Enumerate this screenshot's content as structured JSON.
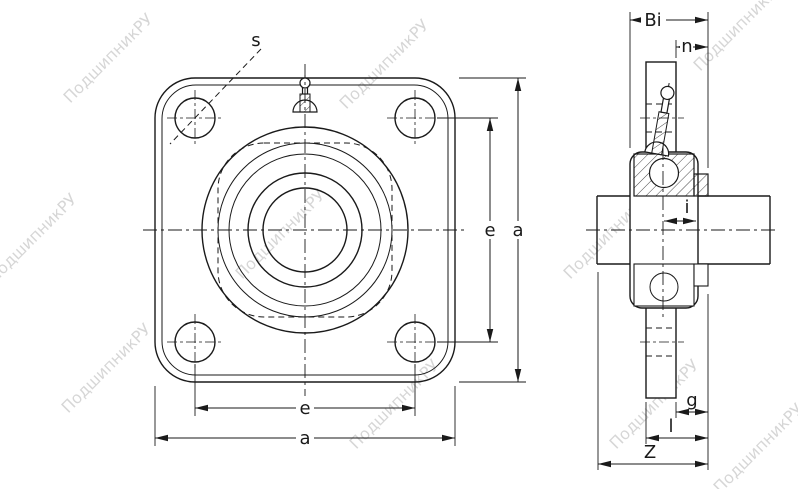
{
  "watermark": {
    "text": "ПодшипникРУ"
  },
  "labels": {
    "s": "s",
    "e_bottom": "e",
    "a_bottom": "a",
    "e_right": "e",
    "a_right": "a",
    "bi": "Bi",
    "n": "n",
    "i": "i",
    "g": "g",
    "l": "l",
    "z": "Z"
  },
  "colors": {
    "line": "#1a1a1a",
    "watermark": "#bcbcbc",
    "background": "#ffffff"
  }
}
